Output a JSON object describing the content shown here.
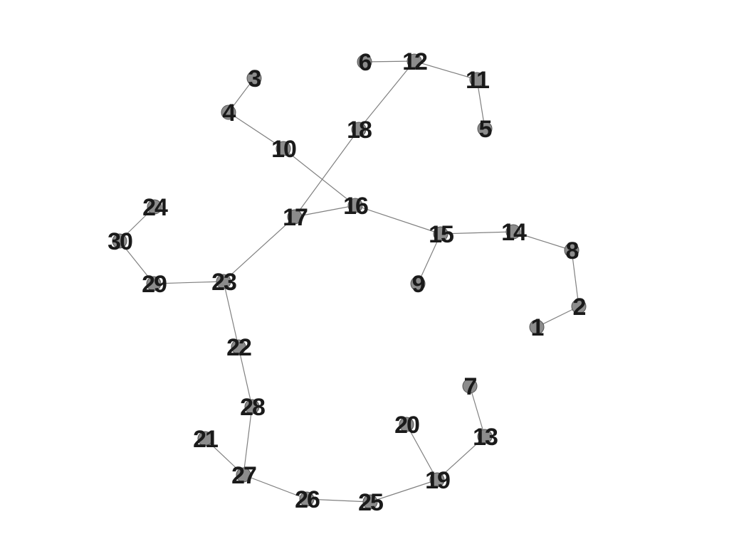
{
  "graph": {
    "nodes": [
      "1",
      "2",
      "3",
      "4",
      "5",
      "6",
      "7",
      "8",
      "9",
      "10",
      "11",
      "12",
      "13",
      "14",
      "15",
      "16",
      "17",
      "18",
      "19",
      "20",
      "21",
      "22",
      "23",
      "24",
      "25",
      "26",
      "27",
      "28",
      "29",
      "30"
    ],
    "edges": [
      [
        "1",
        "2"
      ],
      [
        "2",
        "8"
      ],
      [
        "8",
        "14"
      ],
      [
        "14",
        "15"
      ],
      [
        "15",
        "9"
      ],
      [
        "15",
        "16"
      ],
      [
        "16",
        "10"
      ],
      [
        "10",
        "4"
      ],
      [
        "4",
        "3"
      ],
      [
        "16",
        "17"
      ],
      [
        "17",
        "18"
      ],
      [
        "18",
        "12"
      ],
      [
        "12",
        "6"
      ],
      [
        "12",
        "11"
      ],
      [
        "11",
        "5"
      ],
      [
        "17",
        "23"
      ],
      [
        "23",
        "29"
      ],
      [
        "29",
        "30"
      ],
      [
        "30",
        "24"
      ],
      [
        "23",
        "22"
      ],
      [
        "22",
        "28"
      ],
      [
        "28",
        "27"
      ],
      [
        "27",
        "21"
      ],
      [
        "27",
        "26"
      ],
      [
        "26",
        "25"
      ],
      [
        "25",
        "19"
      ],
      [
        "19",
        "20"
      ],
      [
        "19",
        "13"
      ],
      [
        "13",
        "7"
      ]
    ]
  }
}
